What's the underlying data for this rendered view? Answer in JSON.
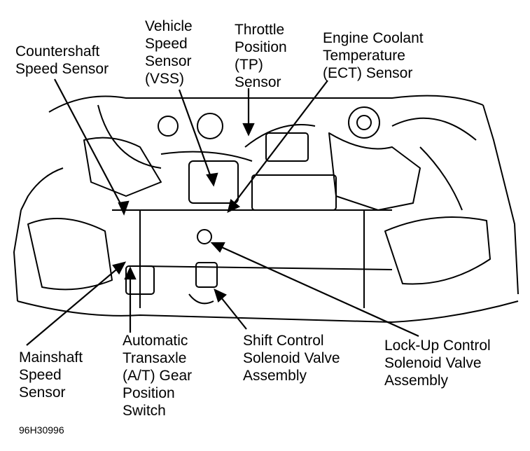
{
  "labels": {
    "countershaft": [
      "Countershaft",
      "Speed Sensor"
    ],
    "vss": [
      "Vehicle",
      "Speed",
      "Sensor",
      "(VSS)"
    ],
    "tp": [
      "Throttle",
      "Position",
      "(TP)",
      "Sensor"
    ],
    "ect": [
      "Engine Coolant",
      "Temperature",
      "(ECT) Sensor"
    ],
    "mainshaft": [
      "Mainshaft",
      "Speed",
      "Sensor"
    ],
    "atgear": [
      "Automatic",
      "Transaxle",
      "(A/T) Gear",
      "Position",
      "Switch"
    ],
    "shift": [
      "Shift Control",
      "Solenoid Valve",
      "Assembly"
    ],
    "lockup": [
      "Lock-Up Control",
      "Solenoid Valve",
      "Assembly"
    ]
  },
  "figure_id": "96H30996",
  "colors": {
    "line": "#000000",
    "background": "#ffffff"
  }
}
